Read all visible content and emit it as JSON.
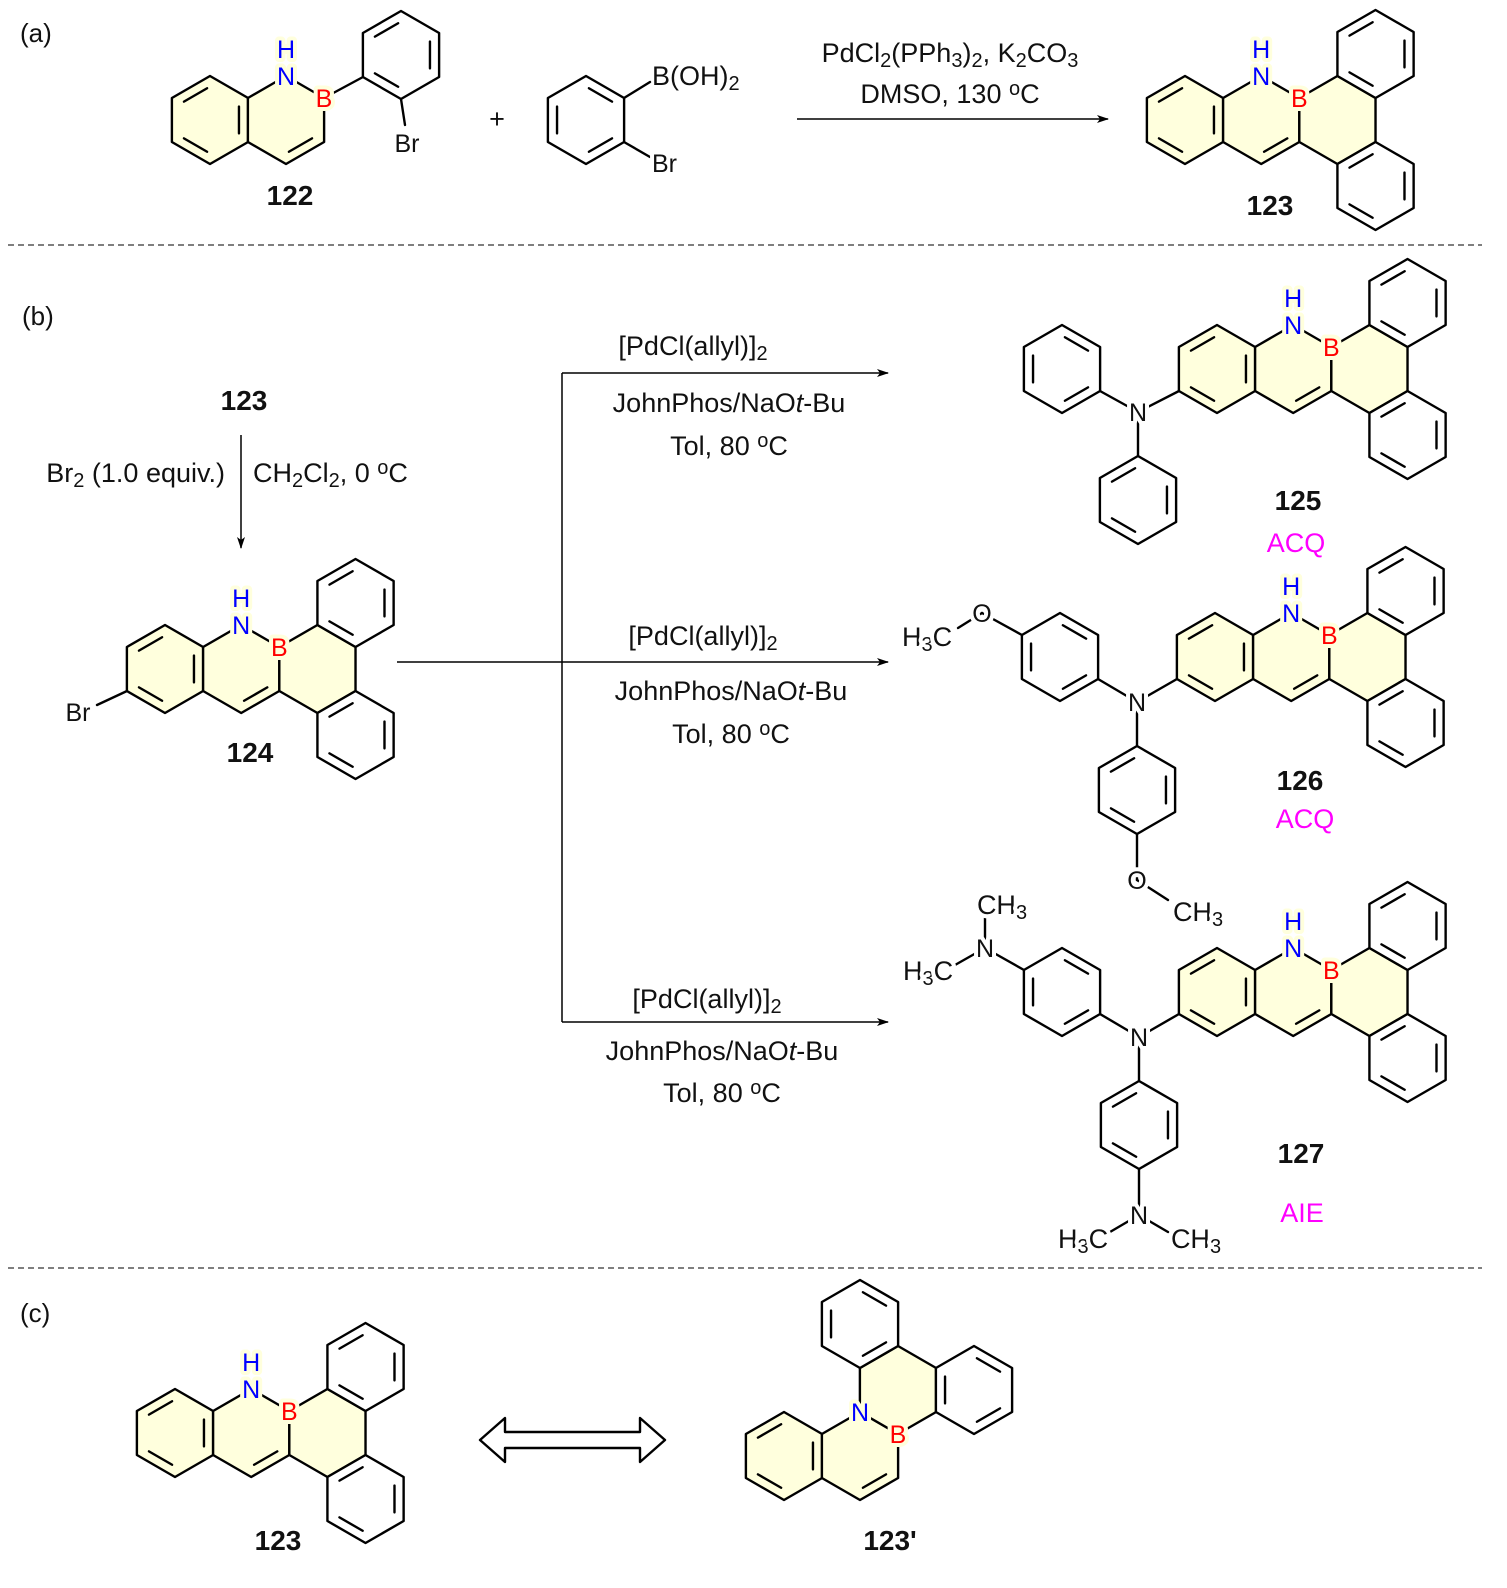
{
  "panels": {
    "a": "(a)",
    "b": "(b)",
    "c": "(c)"
  },
  "plus": "+",
  "compounds": {
    "c122": "122",
    "c123a": "123",
    "c123b": "123",
    "c124": "124",
    "c125": "125",
    "c126": "126",
    "c127": "127",
    "c123c": "123",
    "c123p": "123'"
  },
  "tags": {
    "t125": "ACQ",
    "t126": "ACQ",
    "t127": "AIE"
  },
  "atoms": {
    "N": "N",
    "B": "B",
    "H": "H",
    "Br": "Br",
    "O": "O"
  },
  "colors": {
    "N": "#0000ff",
    "B": "#ff0000",
    "tag": "#ff00ff",
    "ring_fill": "#ffffdd"
  },
  "rich": {
    "a_line1": [
      [
        "n",
        "PdCl"
      ],
      [
        "sub",
        "2"
      ],
      [
        "n",
        "(PPh"
      ],
      [
        "sub",
        "3"
      ],
      [
        "n",
        ")"
      ],
      [
        "sub",
        "2"
      ],
      [
        "n",
        ", K"
      ],
      [
        "sub",
        "2"
      ],
      [
        "n",
        "CO"
      ],
      [
        "sub",
        "3"
      ]
    ],
    "a_line2": [
      [
        "n",
        "DMSO, 130 "
      ],
      [
        "sup",
        "o"
      ],
      [
        "n",
        "C"
      ]
    ],
    "boronic": [
      [
        "n",
        "B(OH)"
      ],
      [
        "sub",
        "2"
      ]
    ],
    "br2": [
      [
        "n",
        "Br"
      ],
      [
        "sub",
        "2"
      ],
      [
        "n",
        " (1.0 equiv.)"
      ]
    ],
    "solvent": [
      [
        "n",
        "CH"
      ],
      [
        "sub",
        "2"
      ],
      [
        "n",
        "Cl"
      ],
      [
        "sub",
        "2"
      ],
      [
        "n",
        ", 0 "
      ],
      [
        "sup",
        "o"
      ],
      [
        "n",
        "C"
      ]
    ],
    "cat": [
      [
        "n",
        "[PdCl(allyl)]"
      ],
      [
        "sub",
        "2"
      ]
    ],
    "ligand": [
      [
        "n",
        "JohnPhos/NaO"
      ],
      [
        "i",
        "t"
      ],
      [
        "n",
        "-Bu"
      ]
    ],
    "cond": [
      [
        "n",
        "Tol, 80 "
      ],
      [
        "sup",
        "o"
      ],
      [
        "n",
        "C"
      ]
    ],
    "h3c": [
      [
        "n",
        "H"
      ],
      [
        "sub",
        "3"
      ],
      [
        "n",
        "C"
      ]
    ],
    "ch3": [
      [
        "n",
        "CH"
      ],
      [
        "sub",
        "3"
      ]
    ]
  }
}
